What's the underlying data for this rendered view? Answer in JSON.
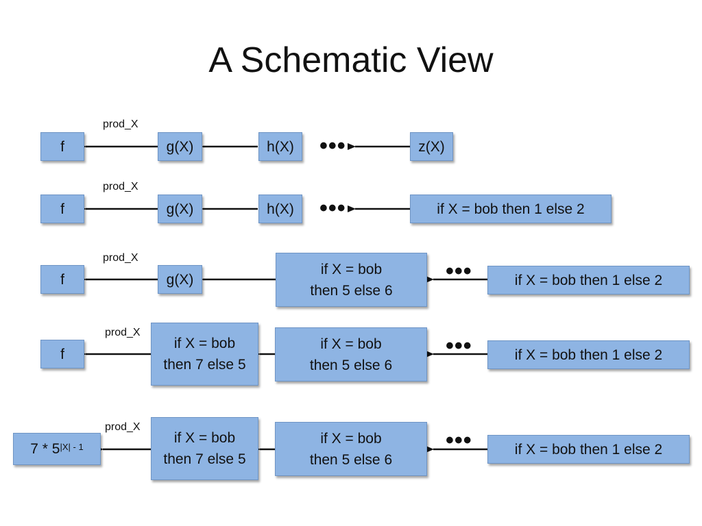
{
  "title": "A Schematic View",
  "edge_label": "prod_X",
  "ellipsis": "•••",
  "colors": {
    "box_fill": "#8eb4e3",
    "box_border": "#6e94c4",
    "arrow": "#111111"
  },
  "rows": [
    {
      "f": "f",
      "g": "g(X)",
      "h": "h(X)",
      "z": "z(X)"
    },
    {
      "f": "f",
      "g": "g(X)",
      "h": "h(X)",
      "z": "if X = bob then 1 else 2"
    },
    {
      "f": "f",
      "g": "g(X)",
      "h": "if X = bob\nthen 5 else 6",
      "z": "if X = bob then 1 else 2"
    },
    {
      "f": "f",
      "g": "if X = bob\nthen 7 else 5",
      "h": "if X = bob\nthen 5 else 6",
      "z": "if X = bob then 1 else 2"
    },
    {
      "f_base": "7 * 5",
      "f_exp": "|X| - 1",
      "g": "if X = bob\nthen 7 else 5",
      "h": "if X = bob\nthen 5 else 6",
      "z": "if X = bob then 1 else 2"
    }
  ]
}
